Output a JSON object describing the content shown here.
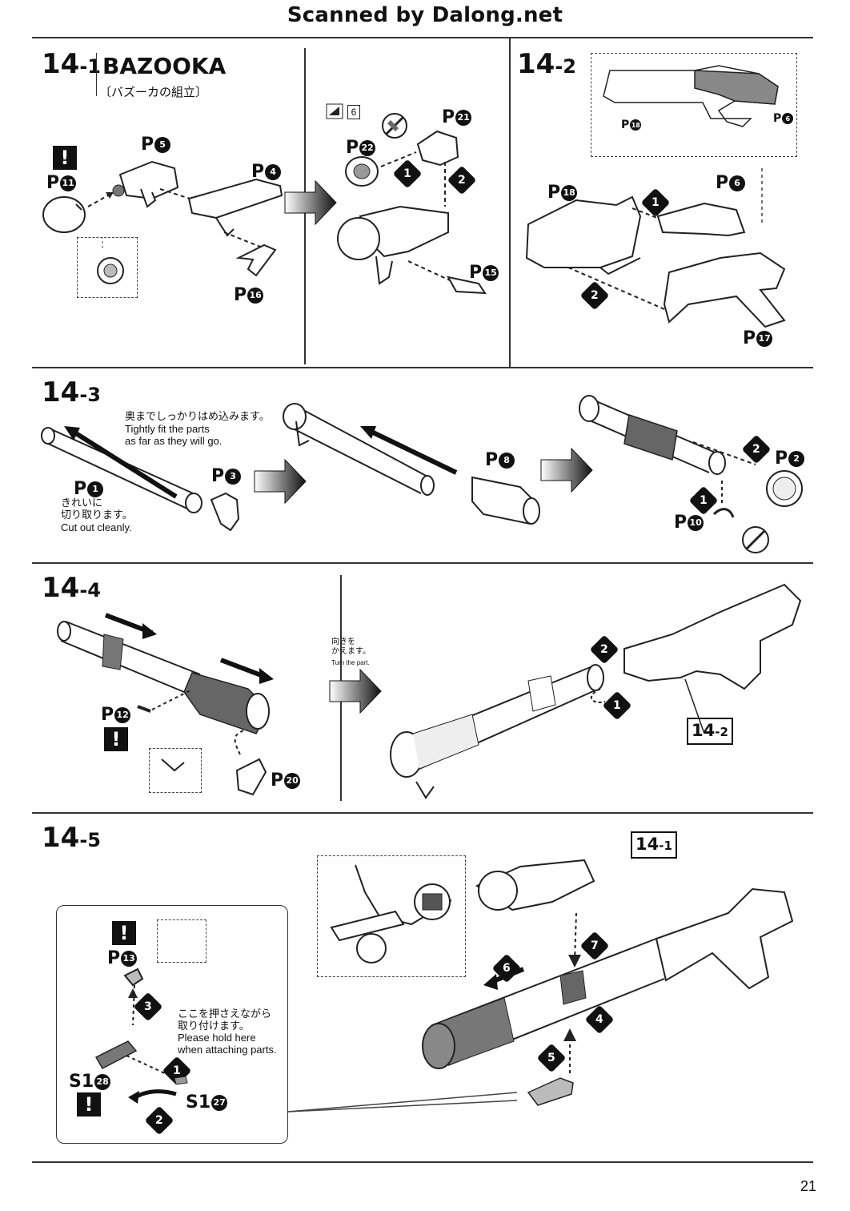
{
  "header": {
    "scan_credit": "Scanned by Dalong.net"
  },
  "steps": {
    "s14_1": {
      "num": "14",
      "sub": "-1",
      "title": "BAZOOKA",
      "subtitle_jp": "〔バズーカの組立〕"
    },
    "s14_2": {
      "num": "14",
      "sub": "-2"
    },
    "s14_3": {
      "num": "14",
      "sub": "-3"
    },
    "s14_4": {
      "num": "14",
      "sub": "-4"
    },
    "s14_5": {
      "num": "14",
      "sub": "-5"
    }
  },
  "parts": {
    "p1": {
      "prefix": "P",
      "num": "1"
    },
    "p2": {
      "prefix": "P",
      "num": "2"
    },
    "p3": {
      "prefix": "P",
      "num": "3"
    },
    "p4": {
      "prefix": "P",
      "num": "4"
    },
    "p5": {
      "prefix": "P",
      "num": "5"
    },
    "p6": {
      "prefix": "P",
      "num": "6"
    },
    "p8": {
      "prefix": "P",
      "num": "8"
    },
    "p10": {
      "prefix": "P",
      "num": "10"
    },
    "p11": {
      "prefix": "P",
      "num": "11"
    },
    "p12": {
      "prefix": "P",
      "num": "12"
    },
    "p13": {
      "prefix": "P",
      "num": "13"
    },
    "p15": {
      "prefix": "P",
      "num": "15"
    },
    "p16": {
      "prefix": "P",
      "num": "16"
    },
    "p17": {
      "prefix": "P",
      "num": "17"
    },
    "p18": {
      "prefix": "P",
      "num": "18"
    },
    "p20": {
      "prefix": "P",
      "num": "20"
    },
    "p21": {
      "prefix": "P",
      "num": "21"
    },
    "p22": {
      "prefix": "P",
      "num": "22"
    },
    "s1_27": {
      "prefix": "S1",
      "num": "27"
    },
    "s1_28": {
      "prefix": "S1",
      "num": "28"
    }
  },
  "notes": {
    "tight_fit_jp": "奥までしっかりはめ込みます。",
    "tight_fit_en": "Tightly fit the parts\nas far as they will go.",
    "cut_clean_jp": "きれいに\n切り取ります。",
    "cut_clean_en": "Cut out cleanly.",
    "turn_jp": "向きを\nかえます。",
    "turn_en": "Turn the part.",
    "hold_jp": "ここを押さえながら\n取り付けます。",
    "hold_en": "Please hold here\nwhen attaching parts.",
    "file_ref": "6"
  },
  "refs": {
    "ref_14_2": {
      "num": "14",
      "sub": "-2"
    },
    "ref_14_1": {
      "num": "14",
      "sub": "-1"
    }
  },
  "sequence": [
    "1",
    "2",
    "3",
    "4",
    "5",
    "6",
    "7"
  ],
  "warning_mark": "!",
  "page_number": "21"
}
